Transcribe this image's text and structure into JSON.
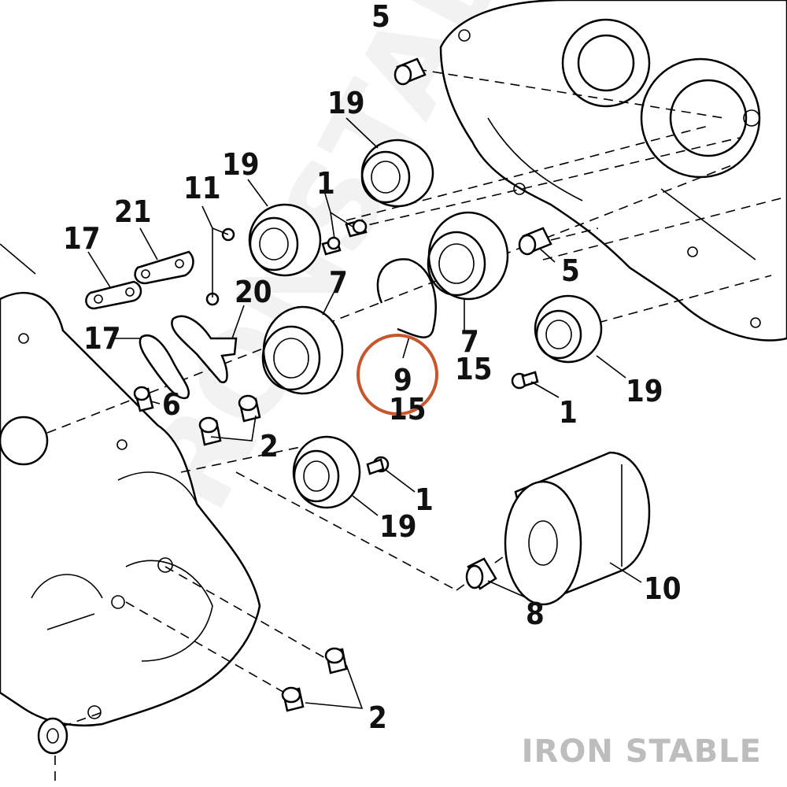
{
  "brand": {
    "watermark": "IRON STABLE",
    "highlight_color": "#c8552b"
  },
  "labels": {
    "l5a": "5",
    "l19a": "19",
    "l19b": "19",
    "l1a": "1",
    "l11": "11",
    "l21": "21",
    "l17a": "17",
    "l20": "20",
    "l7a": "7",
    "l17b": "17",
    "l5b": "5",
    "l7b": "7",
    "l15a": "15",
    "l9": "9",
    "l15b": "15",
    "l19c": "19",
    "l1b": "1",
    "l6": "6",
    "l2a": "2",
    "l1c": "1",
    "l19d": "19",
    "l10": "10",
    "l8": "8",
    "l2b": "2"
  }
}
